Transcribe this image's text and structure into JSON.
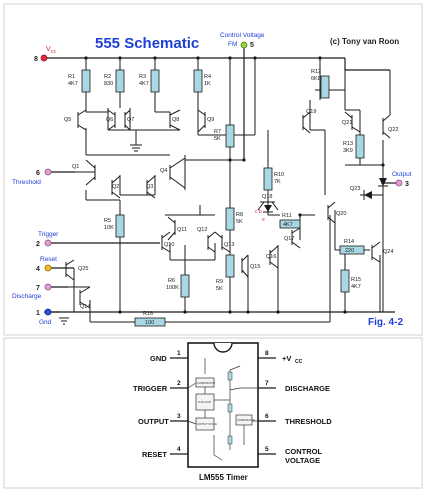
{
  "schematic": {
    "title": "555 Schematic",
    "credit": "(c) Tony van Roon",
    "figure_label": "Fig. 4-2",
    "pins": {
      "vcc": {
        "num": "8",
        "label": "V",
        "sub": "cc"
      },
      "control": {
        "num": "5",
        "label1": "Control Voltage",
        "label2": "FM"
      },
      "threshold": {
        "num": "6",
        "label": "Threshold"
      },
      "output": {
        "num": "3",
        "label": "Output"
      },
      "trigger": {
        "num": "2",
        "label": "Trigger"
      },
      "reset": {
        "num": "4",
        "label": "Reset"
      },
      "discharge": {
        "num": "7",
        "label": "Discharge"
      },
      "gnd": {
        "num": "1",
        "label": "Gnd"
      }
    },
    "resistors": {
      "r1": {
        "name": "R1",
        "value": "4K7"
      },
      "r2": {
        "name": "R2",
        "value": "830"
      },
      "r3": {
        "name": "R3",
        "value": "4K7"
      },
      "r4": {
        "name": "R4",
        "value": "1K"
      },
      "r7": {
        "name": "R7",
        "value": "5K"
      },
      "r8": {
        "name": "R8",
        "value": "5K"
      },
      "r9": {
        "name": "R9",
        "value": "5K"
      },
      "r5": {
        "name": "R5",
        "value": "10K"
      },
      "r6": {
        "name": "R6",
        "value": "100K"
      },
      "r10": {
        "name": "R10",
        "value": "7K"
      },
      "r11": {
        "name": "R11",
        "value": "4K7"
      },
      "r12": {
        "name": "R12",
        "value": "6K8"
      },
      "r13": {
        "name": "R13",
        "value": "3K9"
      },
      "r14": {
        "name": "R14",
        "value": "220"
      },
      "r15": {
        "name": "R15",
        "value": "4K7"
      },
      "r16": {
        "name": "R16",
        "value": "100"
      }
    },
    "transistors": {
      "q1": "Q1",
      "q2": "Q2",
      "q3": "Q3",
      "q4": "Q4",
      "q5": "Q5",
      "q6": "Q6",
      "q7": "Q7",
      "q8": "Q8",
      "q9": "Q9",
      "q10": "Q10",
      "q11": "Q11",
      "q12": "Q12",
      "q13": "Q13",
      "q14": "Q14",
      "q15": "Q15",
      "q16": "Q16",
      "q17": "Q17",
      "q18": "Q18",
      "q19": "Q19",
      "q20": "Q20",
      "q21": "Q21",
      "q22": "Q22",
      "q23": "Q23",
      "q24": "Q24",
      "q25": "Q25"
    },
    "cb_label": "c b",
    "e_label": "e"
  },
  "pinout": {
    "chip_name": "LM555 Timer",
    "left_pins": [
      {
        "num": "1",
        "label": "GND"
      },
      {
        "num": "2",
        "label": "TRIGGER"
      },
      {
        "num": "3",
        "label": "OUTPUT"
      },
      {
        "num": "4",
        "label": "RESET"
      }
    ],
    "right_pins": [
      {
        "num": "8",
        "label": "+V",
        "sub": "CC"
      },
      {
        "num": "7",
        "label": "DISCHARGE"
      },
      {
        "num": "6",
        "label": "THRESHOLD"
      },
      {
        "num": "5",
        "label": "CONTROL",
        "label2": "VOLTAGE"
      }
    ],
    "blocks": {
      "comp1": "COMPARATOR",
      "comp2": "COMPARATOR",
      "flipflop": "FLIP-FLOP",
      "output_stage": "OUTPUT STAGE"
    }
  },
  "colors": {
    "wire": "#1a1a1a",
    "resistor_fill": "#a8d8e4",
    "title_blue": "#1f3fd4",
    "vcc_red": "#e8283a",
    "control_green": "#9ad33a",
    "pin_pink": "#e6a0d8",
    "reset_yellow": "#f0c020",
    "gnd_blue": "#2f4fd8",
    "diode_red": "#e8283a"
  }
}
